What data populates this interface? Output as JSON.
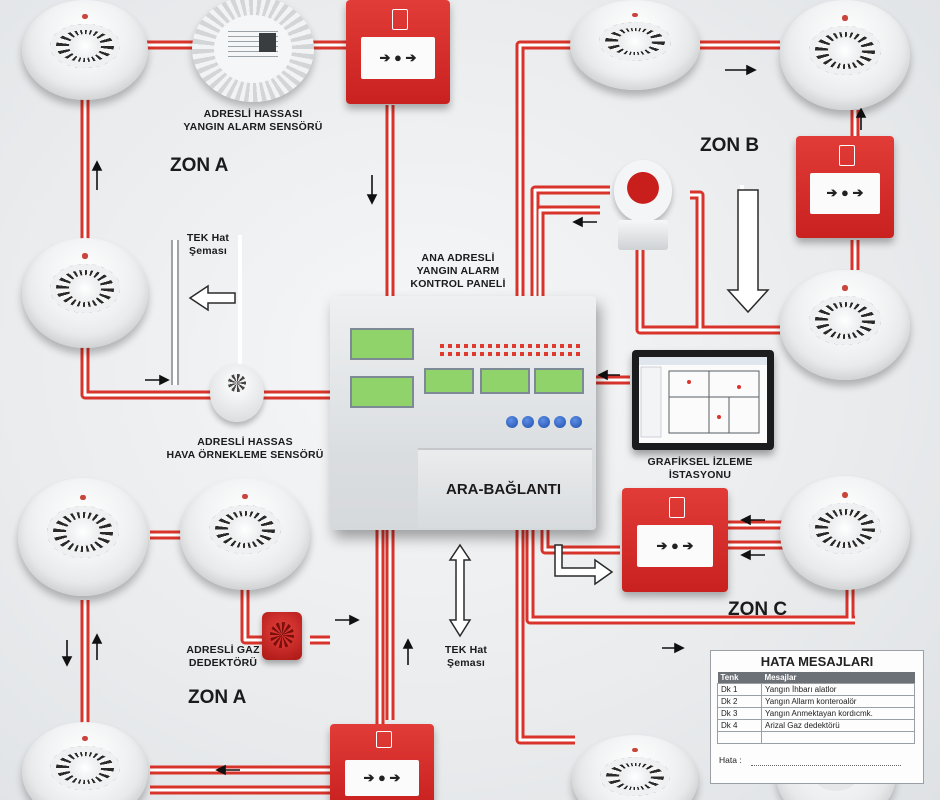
{
  "labels": {
    "zone_a_top": "ZON A",
    "zone_a_bottom": "ZON A",
    "zone_b": "ZON B",
    "zone_c": "ZON C",
    "sensor_top": "ADRESLİ HASSASI\nYANGIN ALARM SENSÖRÜ",
    "air_sampling": "ADRESLİ HASSAS\nHAVA ÖRNEKLEME SENSÖRÜ",
    "tek_hat_top": "TEK Hat\nŞeması",
    "tek_hat_bottom": "TEK Hat\nŞeması",
    "panel_title": "ANA ADRESLİ\nYANGIN ALARM\nKONTROL PANELİ",
    "ara_baglanti": "ARA-BAĞLANTI",
    "grafiksel": "GRAFİKSEL İZLEME\nİSTASYONU",
    "gas_detector": "ADRESLİ GAZ\nDEDEKTÖRÜ"
  },
  "error_table": {
    "title": "HATA MESAJLARI",
    "headers": [
      "Tenk",
      "Mesajlar"
    ],
    "rows": [
      [
        "Dk 1",
        "Yangın İhbarı alatlor"
      ],
      [
        "Dk 2",
        "Yangın Allarm konteroalör"
      ],
      [
        "Dk 3",
        "Yangın Anmektayan kordıcmk."
      ],
      [
        "Dk 4",
        "Arizal Gaz dedektörü"
      ],
      [
        "",
        ""
      ]
    ],
    "footer": "Hata :"
  },
  "colors": {
    "wire_red": "#d9342b",
    "wire_white": "#ffffff",
    "call_point_red": "#d22a27",
    "lcd_green": "#8fd36a"
  }
}
